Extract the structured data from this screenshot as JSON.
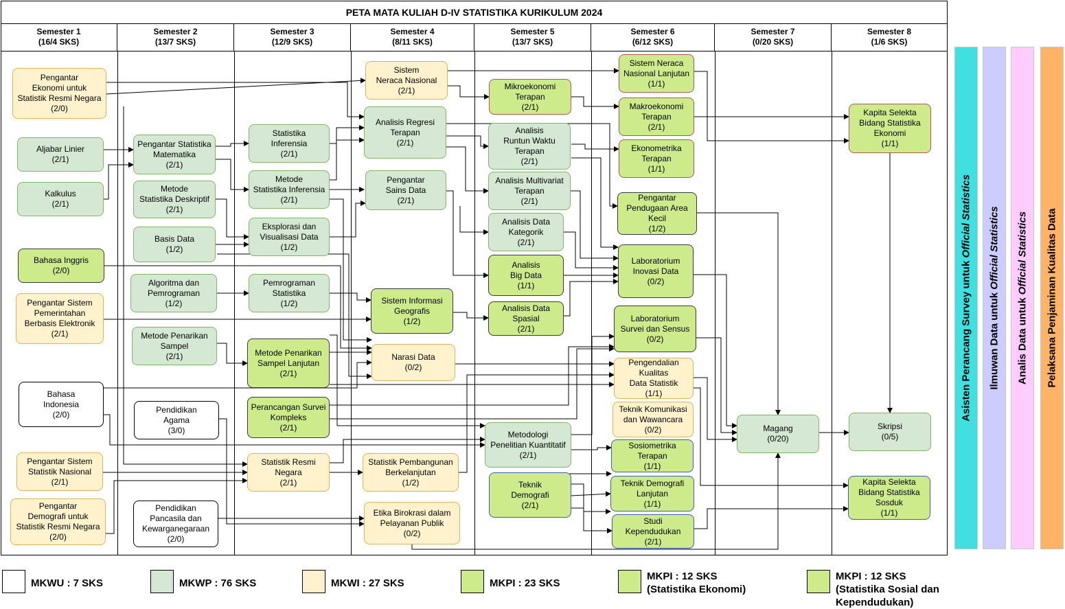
{
  "title": "PETA MATA KULIAH D-IV STATISTIKA KURIKULUM 2024",
  "semesters": [
    {
      "name": "Semester 1",
      "sks": "(16/4 SKS)"
    },
    {
      "name": "Semester 2",
      "sks": "(13/7 SKS)"
    },
    {
      "name": "Semester 3",
      "sks": "(12/9 SKS)"
    },
    {
      "name": "Semester 4",
      "sks": "(8/11 SKS)"
    },
    {
      "name": "Semester 5",
      "sks": "(13/7 SKS)"
    },
    {
      "name": "Semester 6",
      "sks": "(6/12 SKS)"
    },
    {
      "name": "Semester 7",
      "sks": "(0/20 SKS)"
    },
    {
      "name": "Semester 8",
      "sks": "(1/6 SKS)"
    }
  ],
  "courses": [
    {
      "id": "peng_ekonomi",
      "lines": [
        "Pengantar",
        "Ekonomi untuk",
        "Statistik Resmi Negara",
        "(2/0)"
      ],
      "cat": "mkwi"
    },
    {
      "id": "aljabar",
      "lines": [
        "Aljabar Linier",
        "(2/1)"
      ],
      "cat": "mkwp"
    },
    {
      "id": "kalkulus",
      "lines": [
        "Kalkulus",
        "(2/1)"
      ],
      "cat": "mkwp"
    },
    {
      "id": "inggris",
      "lines": [
        "Bahasa Inggris",
        "(2/0)"
      ],
      "cat": "mkpi"
    },
    {
      "id": "spbe",
      "lines": [
        "Pengantar Sistem",
        "Pemerintahan",
        "Berbasis Elektronik",
        "(2/1)"
      ],
      "cat": "mkwi"
    },
    {
      "id": "indonesia",
      "lines": [
        "Bahasa",
        "Indonesia",
        "(2/0)"
      ],
      "cat": "mkwu"
    },
    {
      "id": "ssn",
      "lines": [
        "Pengantar Sistem",
        "Statistik Nasional",
        "(2/1)"
      ],
      "cat": "mkwi"
    },
    {
      "id": "demografi_pengantar",
      "lines": [
        "Pengantar",
        "Demografi untuk",
        "Statistik Resmi Negara",
        "(2/0)"
      ],
      "cat": "mkwi"
    },
    {
      "id": "psm",
      "lines": [
        "Pengantar Statistika",
        "Matematika",
        "(2/1)"
      ],
      "cat": "mkwp"
    },
    {
      "id": "msd",
      "lines": [
        "Metode",
        "Statistika Deskriptif",
        "(2/1)"
      ],
      "cat": "mkwp"
    },
    {
      "id": "basisdata",
      "lines": [
        "Basis Data",
        "(1/2)"
      ],
      "cat": "mkwp"
    },
    {
      "id": "algoritma",
      "lines": [
        "Algoritma dan",
        "Pemrograman",
        "(1/2)"
      ],
      "cat": "mkwp"
    },
    {
      "id": "mps",
      "lines": [
        "Metode Penarikan",
        "Sampel",
        "(2/1)"
      ],
      "cat": "mkwp"
    },
    {
      "id": "agama",
      "lines": [
        "Pendidikan",
        "Agama",
        "(3/0)"
      ],
      "cat": "mkwu"
    },
    {
      "id": "pancasila",
      "lines": [
        "Pendidikan",
        "Pancasila dan",
        "Kewarganegaraan",
        "(2/0)"
      ],
      "cat": "mkwu"
    },
    {
      "id": "si",
      "lines": [
        "Statistika",
        "Inferensia",
        "(2/1)"
      ],
      "cat": "mkwp"
    },
    {
      "id": "msi",
      "lines": [
        "Metode",
        "Statistika Inferensia",
        "(2/1)"
      ],
      "cat": "mkwp"
    },
    {
      "id": "evd",
      "lines": [
        "Eksplorasi dan",
        "Visualisasi Data",
        "(1/2)"
      ],
      "cat": "mkwp"
    },
    {
      "id": "pemstat",
      "lines": [
        "Pemrograman",
        "Statistika",
        "(1/2)"
      ],
      "cat": "mkwp"
    },
    {
      "id": "mpsl",
      "lines": [
        "Metode Penarikan",
        "Sampel Lanjutan",
        "(2/1)"
      ],
      "cat": "mkpi"
    },
    {
      "id": "psk",
      "lines": [
        "Perancangan Survei",
        "Kompleks",
        "(2/1)"
      ],
      "cat": "mkpi"
    },
    {
      "id": "srn",
      "lines": [
        "Statistik Resmi",
        "Negara",
        "(2/1)"
      ],
      "cat": "mkwi"
    },
    {
      "id": "sna",
      "lines": [
        "Sistem",
        "Neraca Nasional",
        "(2/1)"
      ],
      "cat": "mkwi"
    },
    {
      "id": "art",
      "lines": [
        "Analisis Regresi",
        "Terapan",
        "(2/1)"
      ],
      "cat": "mkwp"
    },
    {
      "id": "psd",
      "lines": [
        "Pengantar",
        "Sains Data",
        "(2/1)"
      ],
      "cat": "mkwp"
    },
    {
      "id": "sig",
      "lines": [
        "Sistem Informasi",
        "Geografis",
        "(1/2)"
      ],
      "cat": "mkpi"
    },
    {
      "id": "narasi",
      "lines": [
        "Narasi Data",
        "(0/2)"
      ],
      "cat": "mkwi"
    },
    {
      "id": "spb",
      "lines": [
        "Statistik Pembangunan",
        "Berkelanjutan",
        "(1/2)"
      ],
      "cat": "mkwi"
    },
    {
      "id": "etika",
      "lines": [
        "Etika Birokrasi dalam",
        "Pelayanan Publik",
        "(0/2)"
      ],
      "cat": "mkwi"
    },
    {
      "id": "mikro",
      "lines": [
        "Mikroekonomi",
        "Terapan",
        "(2/1)"
      ],
      "cat": "mkpe"
    },
    {
      "id": "artw",
      "lines": [
        "Analisis",
        "Runtun Waktu",
        "Terapan",
        "(2/1)"
      ],
      "cat": "mkwp"
    },
    {
      "id": "amt",
      "lines": [
        "Analisis Multivariat",
        "Terapan",
        "(2/1)"
      ],
      "cat": "mkwp"
    },
    {
      "id": "adk",
      "lines": [
        "Analisis Data",
        "Kategorik",
        "(2/1)"
      ],
      "cat": "mkwp"
    },
    {
      "id": "abd",
      "lines": [
        "Analisis",
        "Big Data",
        "(1/1)"
      ],
      "cat": "mkpi"
    },
    {
      "id": "ads",
      "lines": [
        "Analisis Data",
        "Spasial",
        "(2/1)"
      ],
      "cat": "mkpi"
    },
    {
      "id": "mpk",
      "lines": [
        "Metodologi",
        "Penelitian Kuantitatif",
        "(2/1)"
      ],
      "cat": "mkwp"
    },
    {
      "id": "tekdemo",
      "lines": [
        "Teknik",
        "Demografi",
        "(2/1)"
      ],
      "cat": "mkps"
    },
    {
      "id": "snnl",
      "lines": [
        "Sistem Neraca",
        "Nasional Lanjutan",
        "(1/1)"
      ],
      "cat": "mkpe"
    },
    {
      "id": "makro",
      "lines": [
        "Makroekonomi",
        "Terapan",
        "(2/1)"
      ],
      "cat": "mkpe"
    },
    {
      "id": "ekono",
      "lines": [
        "Ekonometrika",
        "Terapan",
        "(1/1)"
      ],
      "cat": "mkpe"
    },
    {
      "id": "ppak",
      "lines": [
        "Pengantar",
        "Pendugaan Area",
        "Kecil",
        "(1/2)"
      ],
      "cat": "mkpi"
    },
    {
      "id": "labinov",
      "lines": [
        "Laboratorium",
        "Inovasi Data",
        "(0/2)"
      ],
      "cat": "mkpi"
    },
    {
      "id": "labsurvei",
      "lines": [
        "Laboratorium",
        "Survei dan Sensus",
        "(0/2)"
      ],
      "cat": "mkpi"
    },
    {
      "id": "pkds",
      "lines": [
        "Pengendalian",
        "Kualitas",
        "Data Statistik",
        "(1/1)"
      ],
      "cat": "mkwi"
    },
    {
      "id": "tkw",
      "lines": [
        "Teknik Komunikasi",
        "dan Wawancara",
        "(0/2)"
      ],
      "cat": "mkwi"
    },
    {
      "id": "sosio",
      "lines": [
        "Sosiometrika",
        "Terapan",
        "(1/1)"
      ],
      "cat": "mkps"
    },
    {
      "id": "tdl",
      "lines": [
        "Teknik Demografi",
        "Lanjutan",
        "(1/1)"
      ],
      "cat": "mkps"
    },
    {
      "id": "studik",
      "lines": [
        "Studi",
        "Kependudukan",
        "(2/1)"
      ],
      "cat": "mkps"
    },
    {
      "id": "magang",
      "lines": [
        "Magang",
        "(0/20)"
      ],
      "cat": "mkwp"
    },
    {
      "id": "kapeko",
      "lines": [
        "Kapita Selekta",
        "Bidang Statistika",
        "Ekonomi",
        "(1/1)"
      ],
      "cat": "mkpe"
    },
    {
      "id": "skripsi",
      "lines": [
        "Skripsi",
        "(0/5)"
      ],
      "cat": "mkwp"
    },
    {
      "id": "kapsos",
      "lines": [
        "Kapita Selekta",
        "Bidang Statistika",
        "Sosduk",
        "(1/1)"
      ],
      "cat": "mkps"
    }
  ],
  "careers": [
    {
      "id": "asisten",
      "prefix": "Asisten Perancang Survey untuk ",
      "italic": "Official Statistics",
      "color": "#40e0e0"
    },
    {
      "id": "ilmuwan",
      "prefix": "Ilmuwan Data untuk ",
      "italic": "Official Statistics",
      "color": "#ccccff"
    },
    {
      "id": "analis",
      "prefix": "Analis Data untuk ",
      "italic": "Official Statistics",
      "color": "#ffccff"
    },
    {
      "id": "pelaksana",
      "prefix": "Pelaksana Penjaminan Kualitas Data",
      "italic": "",
      "color": "#ffb366"
    }
  ],
  "legend": [
    {
      "cat": "mkwu",
      "lines": [
        "MKWU : 7 SKS"
      ]
    },
    {
      "cat": "mkwp",
      "lines": [
        "MKWP : 76 SKS"
      ]
    },
    {
      "cat": "mkwi",
      "lines": [
        "MKWI : 27 SKS"
      ]
    },
    {
      "cat": "mkpi",
      "lines": [
        "MKPI : 23 SKS"
      ]
    },
    {
      "cat": "mkpe",
      "lines": [
        "MKPI : 12 SKS",
        "(Statistika Ekonomi)"
      ]
    },
    {
      "cat": "mkps",
      "lines": [
        "MKPI : 12 SKS",
        "(Statistika Sosial dan",
        "Kependudukan)"
      ]
    }
  ]
}
